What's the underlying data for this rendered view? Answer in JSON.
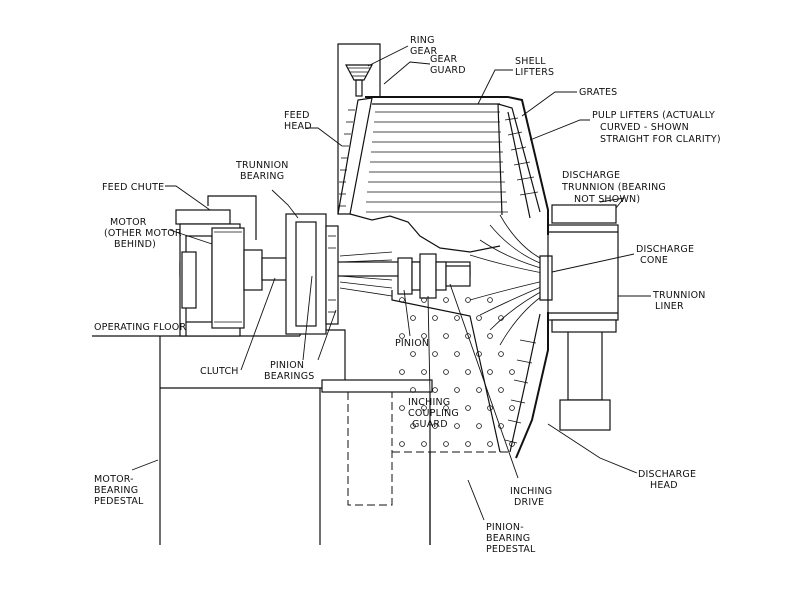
{
  "labels": {
    "ring_gear": [
      "RING",
      "GEAR"
    ],
    "gear_guard": [
      "GEAR",
      "GUARD"
    ],
    "shell_lifters": [
      "SHELL",
      "LIFTERS"
    ],
    "grates": [
      "GRATES"
    ],
    "pulp_lifters": [
      "PULP LIFTERS (ACTUALLY",
      "CURVED - SHOWN",
      "STRAIGHT FOR CLARITY)"
    ],
    "feed_head": [
      "FEED",
      "HEAD"
    ],
    "trunnion_bearing": [
      "TRUNNION",
      "BEARING"
    ],
    "feed_chute": [
      "FEED CHUTE"
    ],
    "discharge_trunnion": [
      "DISCHARGE",
      "TRUNNION (BEARING",
      "NOT SHOWN)"
    ],
    "motor": [
      "MOTOR",
      "(OTHER MOTOR",
      "BEHIND)"
    ],
    "discharge_cone": [
      "DISCHARGE",
      "CONE"
    ],
    "trunnion_liner": [
      "TRUNNION",
      "LINER"
    ],
    "operating_floor": [
      "OPERATING FLOOR"
    ],
    "pinion": [
      "PINION"
    ],
    "clutch": [
      "CLUTCH"
    ],
    "pinion_bearings": [
      "PINION",
      "BEARINGS"
    ],
    "inching_coupling_guard": [
      "INCHING",
      "COUPLING",
      "GUARD"
    ],
    "discharge_head": [
      "DISCHARGE",
      "HEAD"
    ],
    "motor_bearing_pedestal": [
      "MOTOR-",
      "BEARING",
      "PEDESTAL"
    ],
    "inching_drive": [
      "INCHING",
      "DRIVE"
    ],
    "pinion_bearing_pedestal": [
      "PINION-",
      "BEARING",
      "PEDESTAL"
    ]
  }
}
